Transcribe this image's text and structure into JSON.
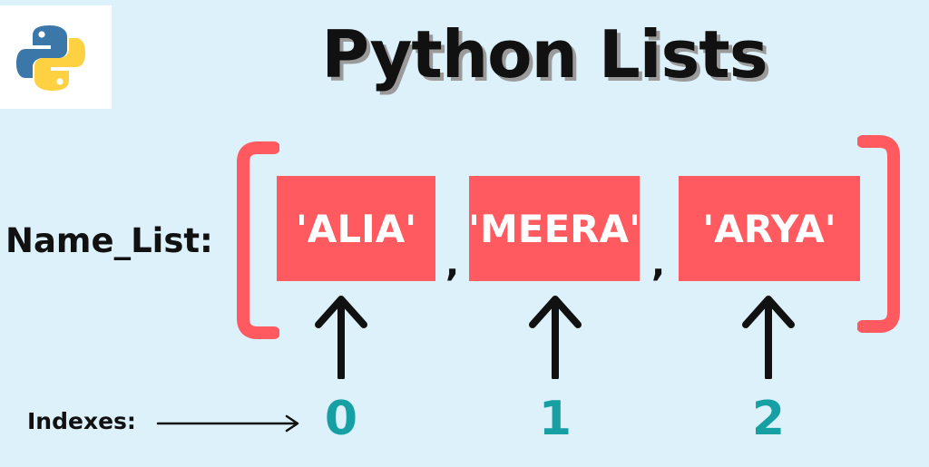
{
  "title": "Python Lists",
  "list_label": "Name_List:",
  "items": [
    {
      "value": "'ALIA'",
      "index": "0"
    },
    {
      "value": "'MEERA'",
      "index": "1"
    },
    {
      "value": "'ARYA'",
      "index": "2"
    }
  ],
  "separator": ",",
  "indexes_label": "Indexes:",
  "icons": {
    "logo": "python-logo-icon",
    "brackets": "square-bracket-icon",
    "arrows": "up-arrow-icon"
  },
  "colors": {
    "background": "#ddf1fb",
    "item_fill": "#ff5a5f",
    "bracket": "#ff5a5f",
    "index_text": "#17a0a3",
    "logo_blue": "#3b77a8",
    "logo_yellow": "#fed142"
  }
}
